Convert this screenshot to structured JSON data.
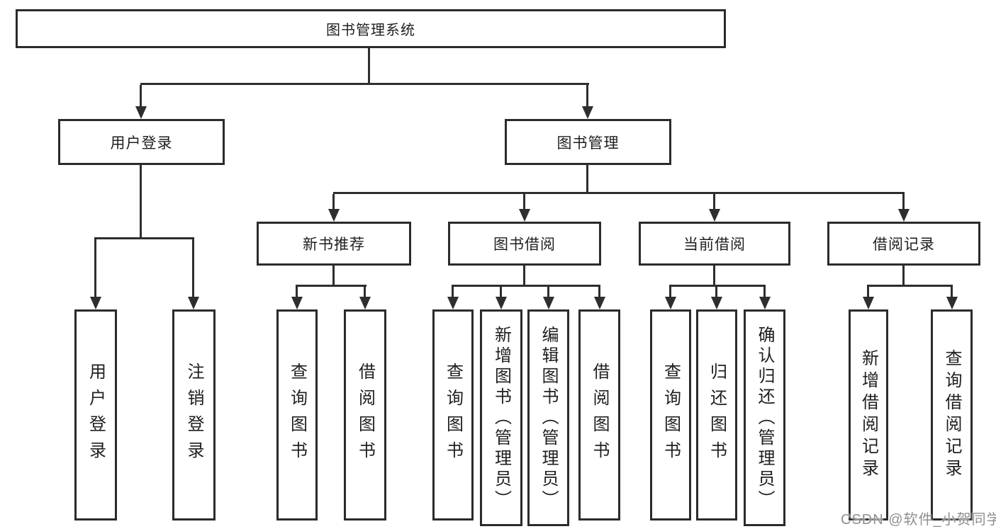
{
  "tree": {
    "root": {
      "label": "图书管理系统"
    },
    "branches": [
      {
        "label": "用户登录",
        "children": [
          {
            "label": "用户登录"
          },
          {
            "label": "注销登录"
          }
        ]
      },
      {
        "label": "图书管理",
        "sections": [
          {
            "label": "新书推荐",
            "children": [
              {
                "label": "查询图书"
              },
              {
                "label": "借阅图书"
              }
            ]
          },
          {
            "label": "图书借阅",
            "children": [
              {
                "label": "查询图书"
              },
              {
                "label": "新增图书（管理员）"
              },
              {
                "label": "编辑图书（管理员）"
              },
              {
                "label": "借阅图书"
              }
            ]
          },
          {
            "label": "当前借阅",
            "children": [
              {
                "label": "查询图书"
              },
              {
                "label": "归还图书"
              },
              {
                "label": "确认归还（管理员）"
              }
            ]
          },
          {
            "label": "借阅记录",
            "children": [
              {
                "label": "新增借阅记录"
              },
              {
                "label": "查询借阅记录"
              }
            ]
          }
        ]
      }
    ]
  },
  "watermark": {
    "text": "CSDN @软件_小贺同学"
  },
  "colors": {
    "line": "#2e2e2e",
    "box_border": "#2b2b2b",
    "text": "#1f1f1f",
    "watermark": "#8f8f8f",
    "background": "#ffffff"
  }
}
